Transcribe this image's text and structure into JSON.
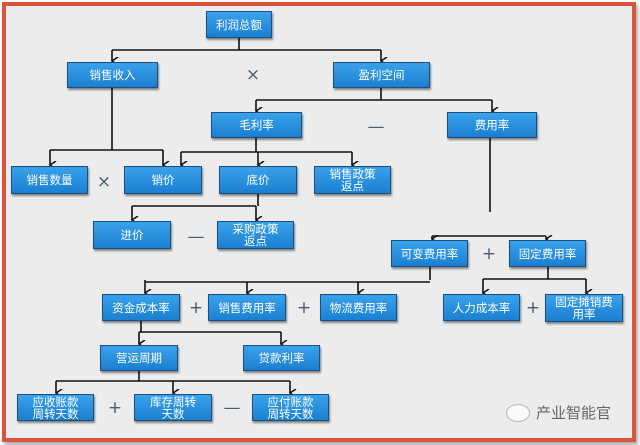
{
  "nodes": {
    "profit_total": "利润总额",
    "sales_revenue": "销售收入",
    "profit_space": "盈利空间",
    "gross_margin": "毛利率",
    "expense_rate": "费用率",
    "sales_qty": "销售数量",
    "sale_price": "销价",
    "floor_price": "底价",
    "sales_rebate": "销售政策返点",
    "purchase_price": "进价",
    "purchase_rebate": "采购政策返点",
    "variable_expense": "可变费用率",
    "fixed_expense": "固定费用率",
    "capital_cost": "资金成本率",
    "selling_expense": "销售费用率",
    "logistics_expense": "物流费用率",
    "labor_cost": "人力成本率",
    "fixed_amortization": "固定摊销费用率",
    "operating_cycle": "营运周期",
    "loan_rate": "贷款利率",
    "receivable_days": "应收账款周转天数",
    "inventory_days": "库存周转天数",
    "payable_days": "应付账款周转天数"
  },
  "operators": {
    "times": "×",
    "minus": "—",
    "plus": "+"
  },
  "watermark": "产业智能官"
}
